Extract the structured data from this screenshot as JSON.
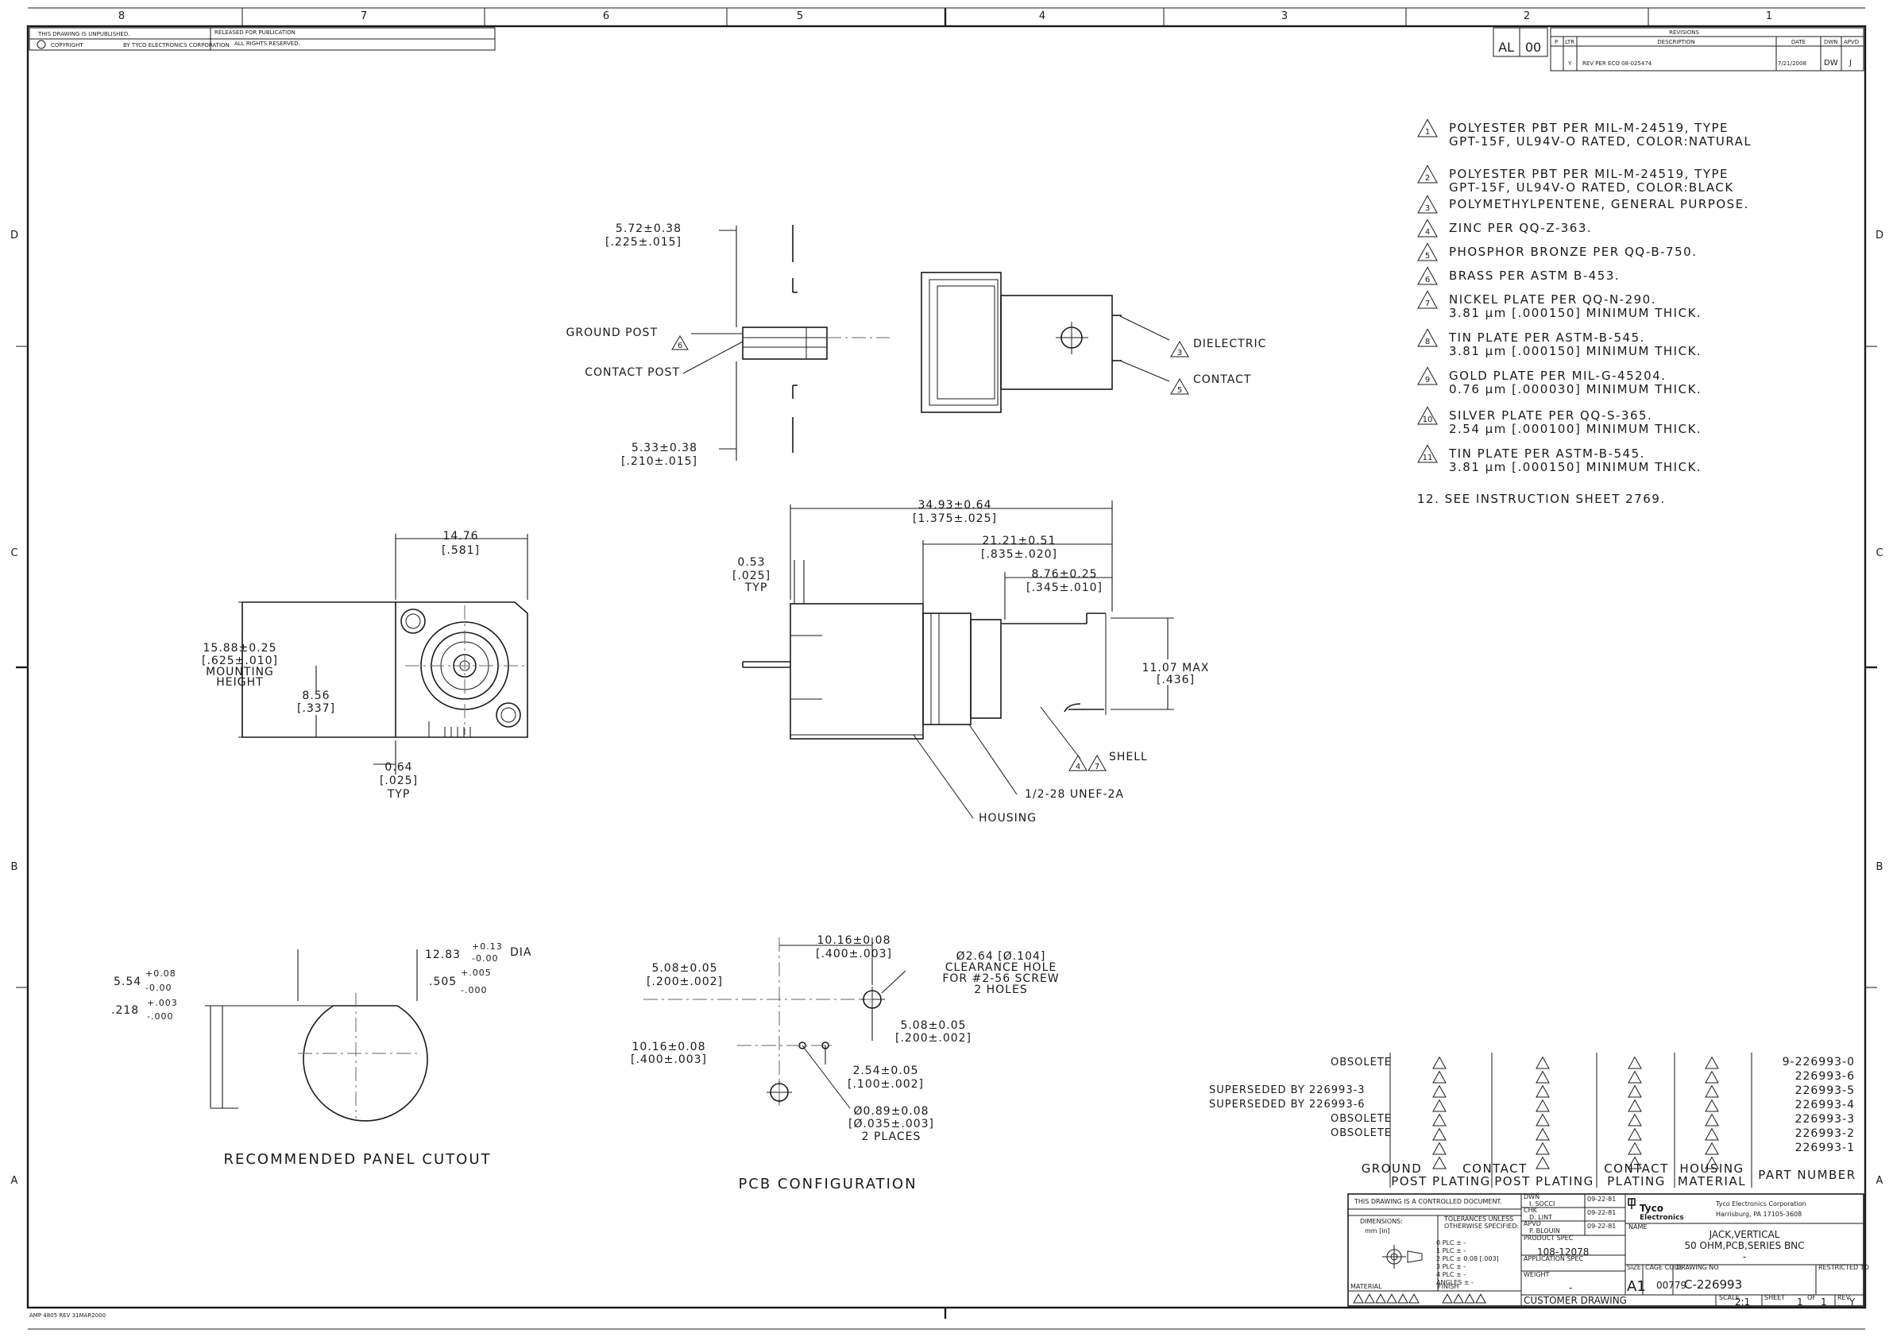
{
  "border": {
    "zones_top": [
      "8",
      "7",
      "6",
      "5",
      "4",
      "3",
      "2",
      "1"
    ],
    "zones_side": [
      "D",
      "C",
      "B",
      "A"
    ]
  },
  "legal": {
    "line1": "THIS DRAWING IS UNPUBLISHED.",
    "line1b": "RELEASED FOR PUBLICATION",
    "line2": "COPYRIGHT",
    "line2b": "BY TYCO ELECTRONICS CORPORATION.",
    "line2c": "ALL RIGHTS RESERVED."
  },
  "revisions": {
    "title": "REVISIONS",
    "loc": "AL",
    "dist": "00",
    "hdr_p": "P",
    "hdr_ltr": "LTR",
    "hdr_desc": "DESCRIPTION",
    "hdr_date": "DATE",
    "hdr_dwn": "DWN",
    "hdr_apvd": "APVD",
    "row_ltr": "Y",
    "row_desc": "REV PER ECO 08-025474",
    "row_date": "7/21/2008",
    "row_dwn": "DW",
    "row_apvd": "J"
  },
  "notes": [
    {
      "sym": "1",
      "l1": "POLYESTER PBT PER MIL-M-24519, TYPE",
      "l2": "GPT-15F, UL94V-O RATED, COLOR:NATURAL"
    },
    {
      "sym": "2",
      "l1": "POLYESTER PBT PER MIL-M-24519, TYPE",
      "l2": "GPT-15F, UL94V-O RATED, COLOR:BLACK"
    },
    {
      "sym": "3",
      "l1": "POLYMETHYLPENTENE, GENERAL PURPOSE.",
      "l2": ""
    },
    {
      "sym": "4",
      "l1": "ZINC PER QQ-Z-363.",
      "l2": ""
    },
    {
      "sym": "5",
      "l1": "PHOSPHOR BRONZE PER QQ-B-750.",
      "l2": ""
    },
    {
      "sym": "6",
      "l1": "BRASS PER ASTM B-453.",
      "l2": ""
    },
    {
      "sym": "7",
      "l1": "NICKEL PLATE PER QQ-N-290.",
      "l2": "3.81 μm [.000150] MINIMUM THICK."
    },
    {
      "sym": "8",
      "l1": "TIN PLATE PER ASTM-B-545.",
      "l2": "3.81 μm [.000150] MINIMUM THICK."
    },
    {
      "sym": "9",
      "l1": "GOLD PLATE PER MIL-G-45204.",
      "l2": "0.76 μm [.000030] MINIMUM THICK."
    },
    {
      "sym": "10",
      "l1": "SILVER PLATE PER QQ-S-365.",
      "l2": "2.54 μm [.000100] MINIMUM THICK."
    },
    {
      "sym": "11",
      "l1": "TIN PLATE PER ASTM-B-545.",
      "l2": "3.81 μm [.000150] MINIMUM THICK."
    }
  ],
  "note12": "12. SEE INSTRUCTION SHEET 2769.",
  "top_view": {
    "d1a": "5.72±0.38",
    "d1b": "[.225±.015]",
    "ground_post": "GROUND POST",
    "ground_sym": "6",
    "contact_post": "CONTACT POST",
    "d2a": "5.33±0.38",
    "d2b": "[.210±.015]",
    "dielectric": "DIELECTRIC",
    "dielectric_sym": "3",
    "contact": "CONTACT",
    "contact_sym": "5"
  },
  "end_view": {
    "w1": "14.76",
    "w2": "[.581]",
    "h1": "15.88±0.25",
    "h2": "[.625±.010]",
    "h3": "MOUNTING",
    "h4": "HEIGHT",
    "c1": "8.56",
    "c2": "[.337]",
    "t1": "0.64",
    "t2": "[.025]",
    "t3": "TYP"
  },
  "side_view": {
    "o1": "34.93±0.64",
    "o2": "[1.375±.025]",
    "m1": "21.21±0.51",
    "m2": "[.835±.020]",
    "s1": "8.76±0.25",
    "s2": "[.345±.010]",
    "p1": "0.53",
    "p2": "[.025]",
    "p3": "TYP",
    "x1": "11.07 MAX",
    "x2": "[.436]",
    "shell": "SHELL",
    "shell_sym_a": "4",
    "shell_sym_b": "7",
    "thread": "1/2-28 UNEF-2A",
    "housing": "HOUSING"
  },
  "panel": {
    "a_nom": "12.83",
    "a_plus": "+0.13",
    "a_minus": "-0.00",
    "a_dia": "DIA",
    "b_plus": "+.005",
    "b_nom": ".505",
    "b_minus": "-.000",
    "c_nom": "5.54",
    "c_plus": "+0.08",
    "c_minus": "-0.00",
    "d_nom": ".218",
    "d_plus": "+.003",
    "d_minus": "-.000",
    "title": "RECOMMENDED PANEL CUTOUT"
  },
  "pcb": {
    "a1": "10.16±0.08",
    "a2": "[.400±.003]",
    "b1": "5.08±0.05",
    "b2": "[.200±.002]",
    "h1": "Ø2.64 [Ø.104]",
    "h2": "CLEARANCE HOLE",
    "h3": "FOR #2-56 SCREW",
    "h4": "2 HOLES",
    "c1": "5.08±0.05",
    "c2": "[.200±.002]",
    "d1": "10.16±0.08",
    "d2": "[.400±.003]",
    "e1": "2.54±0.05",
    "e2": "[.100±.002]",
    "f1": "Ø0.89±0.08",
    "f2": "[Ø.035±.003]",
    "f3": "2 PLACES",
    "title": "PCB CONFIGURATION"
  },
  "table": {
    "obsolete": "OBSOLETE",
    "superseded1": "SUPERSEDED BY 226993-3",
    "superseded2": "SUPERSEDED BY 226993-6",
    "rows": [
      {
        "pn": "9-226993-0",
        "status": "OBSOLETE"
      },
      {
        "pn": "226993-6",
        "status": ""
      },
      {
        "pn": "226993-5",
        "status": ""
      },
      {
        "pn": "226993-4",
        "status": ""
      },
      {
        "pn": "226993-3",
        "status": ""
      },
      {
        "pn": "226993-2",
        "status": "OBSOLETE"
      },
      {
        "pn": "226993-1",
        "status": "OBSOLETE"
      }
    ],
    "col1a": "GROUND",
    "col1b": "POST PLATING",
    "col2a": "CONTACT",
    "col2b": "POST PLATING",
    "col3a": "CONTACT",
    "col3b": "PLATING",
    "col4a": "HOUSING",
    "col4b": "MATERIAL",
    "col5": "PART NUMBER"
  },
  "title_block": {
    "controlled": "THIS DRAWING IS A CONTROLLED DOCUMENT.",
    "dimensions": "DIMENSIONS:",
    "tolerances": "TOLERANCES UNLESS",
    "otherwise": "OTHERWISE SPECIFIED:",
    "mm": "mm [in]",
    "tol0": "0 PLC ±  -",
    "tol1": "1 PLC ±  -",
    "tol2": "2 PLC ±  0.08 [.003]",
    "tol3": "3 PLC ±  -",
    "tol4": "4 PLC ±  -",
    "angles": "ANGLES ±  -",
    "material": "MATERIAL",
    "finish": "FINISH",
    "dwn": "DWN",
    "dwn_name": "I. SOCCI",
    "chk": "CHK",
    "chk_name": "D. LINT",
    "apvd": "APVD",
    "apvd_name": "P. BLOUIN",
    "date1": "09-22-81",
    "date2": "09-22-81",
    "date3": "09-22-81",
    "product_spec": "PRODUCT SPEC",
    "spec_no": "108-12078",
    "app_spec": "APPLICATION SPEC",
    "weight": "WEIGHT",
    "weight_val": "-",
    "company": "Tyco Electronics Corporation",
    "address": "Harrisburg, PA 17105-3608",
    "logo_a": "Tyco",
    "logo_b": "Electronics",
    "name_lbl": "NAME",
    "name1": "JACK,VERTICAL",
    "name2": "50 OHM,PCB,SERIES BNC",
    "name3": "-",
    "size_lbl": "SIZE",
    "size": "A1",
    "cage_lbl": "CAGE CODE",
    "cage": "00779",
    "dwg_lbl": "DRAWING NO",
    "dwg": "C-226993",
    "rst_lbl": "RESTRICTED TO",
    "customer": "CUSTOMER DRAWING",
    "scale_lbl": "SCALE",
    "scale": "2:1",
    "sheet_lbl": "SHEET",
    "sheet": "1",
    "of_lbl": "OF",
    "sheets": "1",
    "rev_lbl": "REV",
    "rev": "Y"
  },
  "footer": "AMP 4805 REV 31MAR2000"
}
